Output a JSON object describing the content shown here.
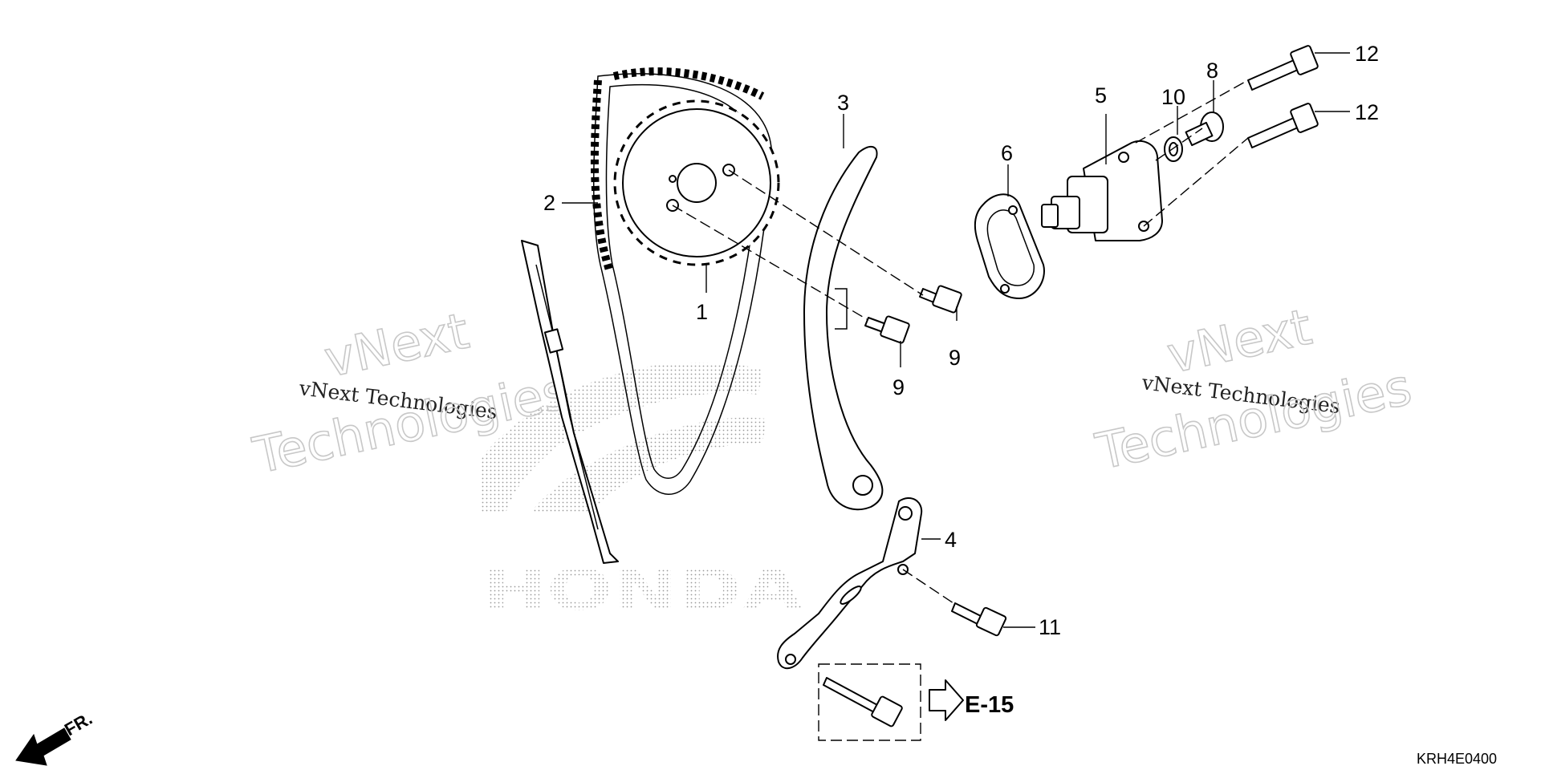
{
  "callouts": [
    {
      "number": "1"
    },
    {
      "number": "2"
    },
    {
      "number": "3"
    },
    {
      "number": "4"
    },
    {
      "number": "5"
    },
    {
      "number": "6"
    },
    {
      "number": "8"
    },
    {
      "number": "9"
    },
    {
      "number": "9"
    },
    {
      "number": "10"
    },
    {
      "number": "11"
    },
    {
      "number": "12"
    },
    {
      "number": "12"
    }
  ],
  "watermark": {
    "small_text": "vNext Technologies",
    "big_line1": "vNext",
    "big_line2": "Technologies"
  },
  "logo": {
    "brand": "HONDA"
  },
  "reference": {
    "label": "E-15"
  },
  "direction": {
    "label": "FR."
  },
  "diagram_code": "KRH4E0400",
  "colors": {
    "line": "#000000",
    "watermark": "#c8c8c8",
    "background": "#ffffff"
  }
}
